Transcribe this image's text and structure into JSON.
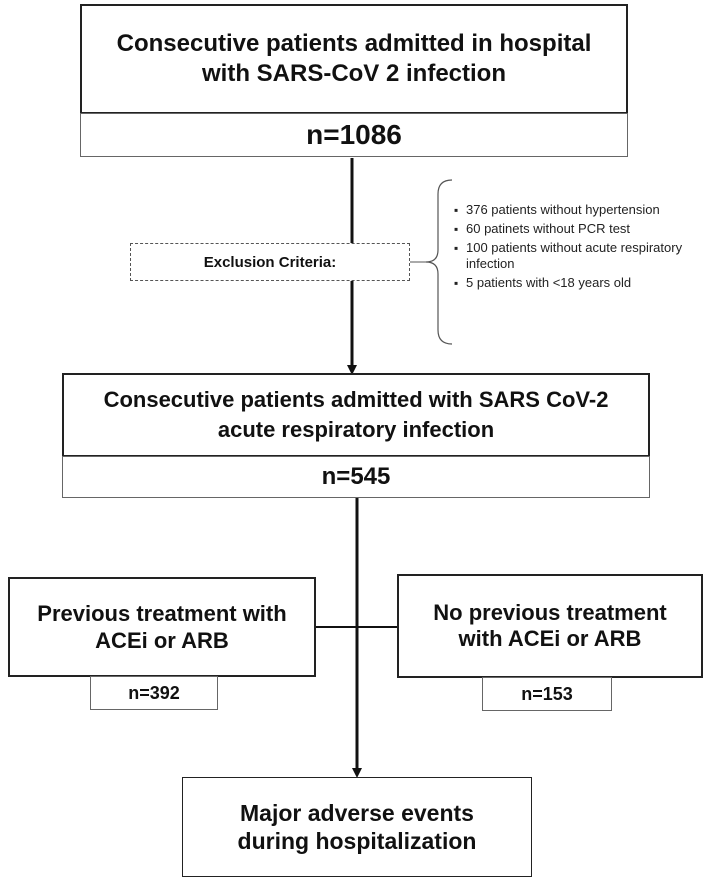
{
  "boxes": {
    "admitted_title": "Consecutive patients admitted in hospital with SARS-CoV 2 infection",
    "admitted_n": "n=1086",
    "exclusion_label": "Exclusion Criteria:",
    "exclusion_items": [
      "376 patients without hypertension",
      "60 patinets without PCR test",
      "100 patients without acute respiratory infection",
      "5 patients with <18 years old"
    ],
    "respiratory_title": "Consecutive patients admitted with SARS CoV-2 acute respiratory infection",
    "respiratory_n": "n=545",
    "acei_title": "Previous treatment with ACEi or ARB",
    "acei_n": "n=392",
    "no_acei_title": "No previous treatment with ACEi or ARB",
    "no_acei_n": "n=153",
    "outcome_title": "Major adverse events during hospitalization"
  },
  "colors": {
    "line": "#111111",
    "border": "#222222",
    "dashed": "#555555"
  }
}
